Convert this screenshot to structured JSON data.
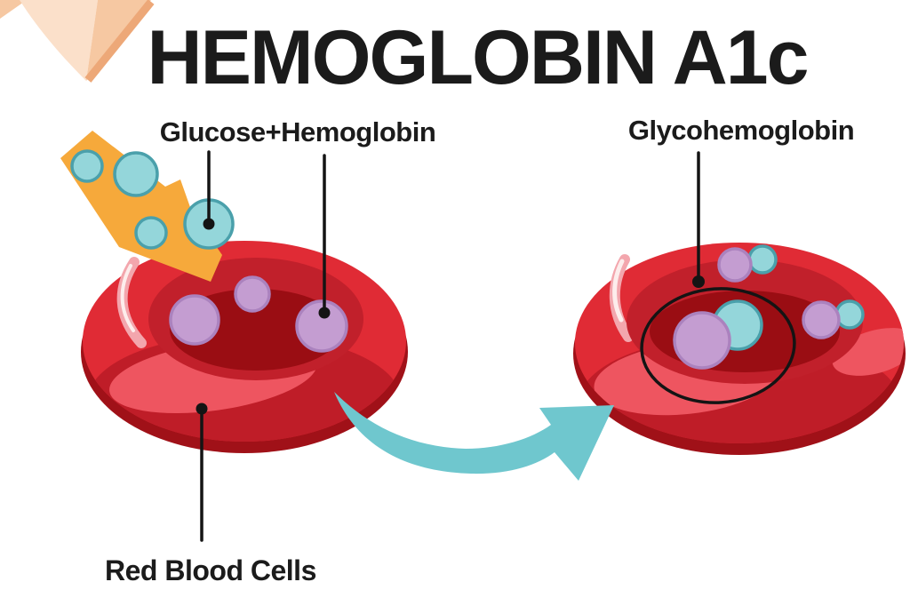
{
  "title": "HEMOGLOBIN A1c",
  "labels": {
    "glucose_hemoglobin": "Glucose+Hemoglobin",
    "glycohemoglobin": "Glycohemoglobin",
    "red_blood_cells": "Red Blood Cells"
  },
  "legend": {
    "glucose_molecule": "teal circle",
    "hemoglobin_molecule": "purple circle",
    "glycohemoglobin_complex": "purple+teal pair"
  },
  "colors": {
    "background": "#FFFFFF",
    "text": "#1B1B1B",
    "cell_red": "#E02B35",
    "cell_red_lower": "#BF1D28",
    "cell_red_dark": "#A01118",
    "cell_inner": "#C1202B",
    "cell_pit": "#9A0D13",
    "cell_highlight": "#EE5560",
    "cell_highlight_pink": "#F3A6AD",
    "cell_highlight_white": "#FDEDEC",
    "glucose_fill": "#94D6DA",
    "glucose_stroke": "#4AA0AB",
    "hemoglobin_fill": "#C49DD1",
    "hemoglobin_stroke": "#AB82BE",
    "arrow_orange": "#F6A93B",
    "arrow_teal": "#6FC7CE",
    "leader": "#141414",
    "corner_light": "#FBE0CA",
    "corner_mid": "#F6C8A2",
    "corner_dark": "#EDA878"
  }
}
